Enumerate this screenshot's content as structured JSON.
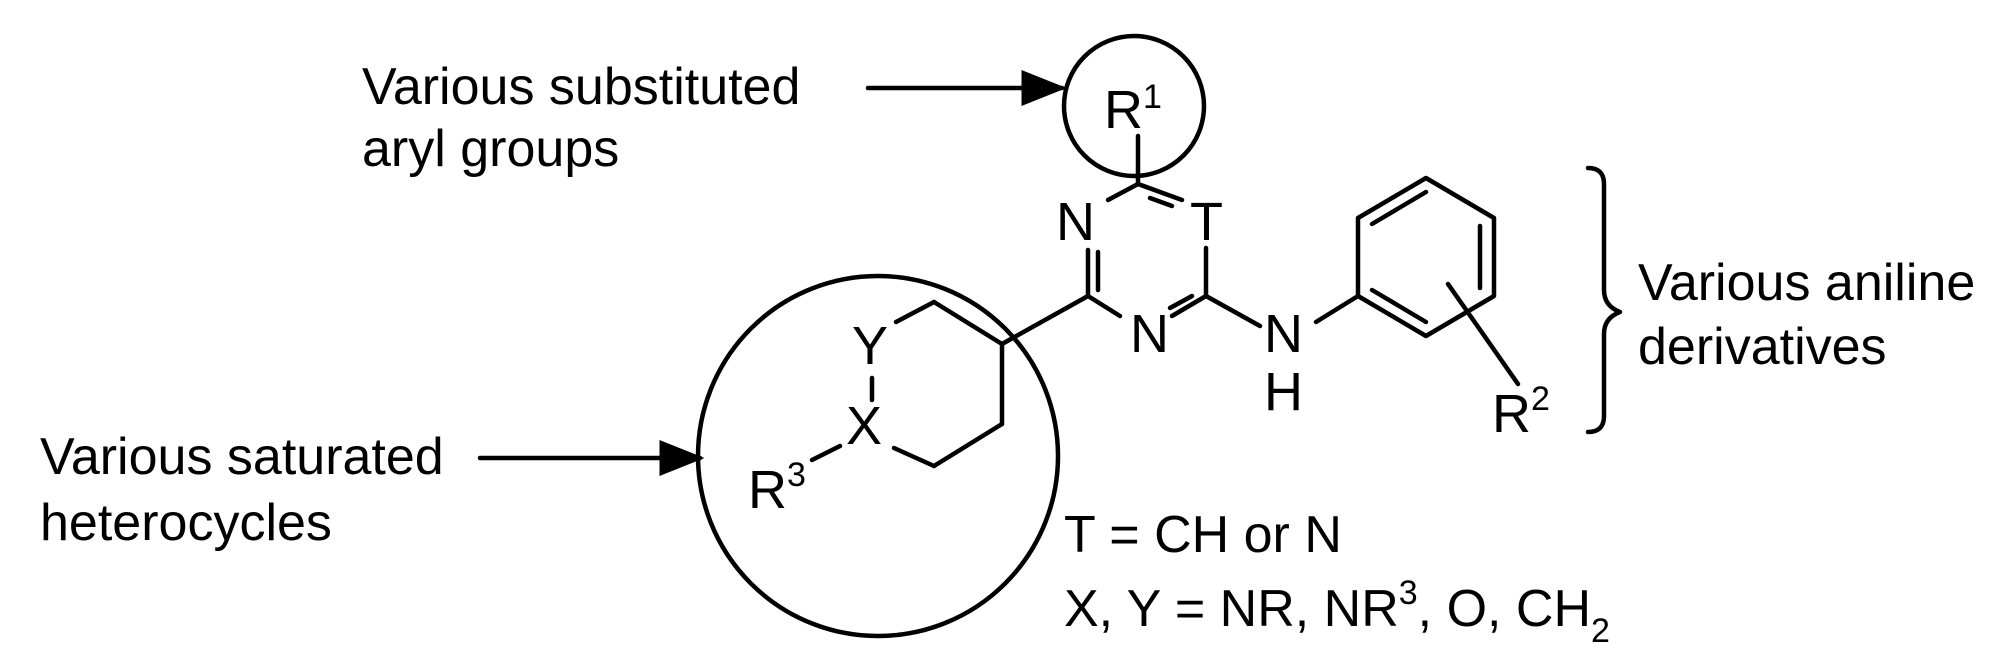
{
  "annotations": {
    "aryl": {
      "line1": "Various substituted",
      "line2": "aryl groups"
    },
    "heterocycles": {
      "line1": "Various saturated",
      "line2": "heterocycles"
    },
    "aniline": {
      "line1": "Various aniline",
      "line2": "derivatives"
    }
  },
  "atoms": {
    "r1": "R",
    "r1_sup": "1",
    "r2": "R",
    "r2_sup": "2",
    "r3": "R",
    "r3_sup": "3",
    "n_top": "N",
    "n_bottom": "N",
    "t": "T",
    "nh_n": "N",
    "nh_h": "H",
    "x": "X",
    "y": "Y"
  },
  "definitions": {
    "t_def": "T = CH or N",
    "xy_prefix": "X, Y = NR, NR",
    "xy_sup": "3",
    "xy_mid": ", O, CH",
    "xy_sub": "2"
  }
}
